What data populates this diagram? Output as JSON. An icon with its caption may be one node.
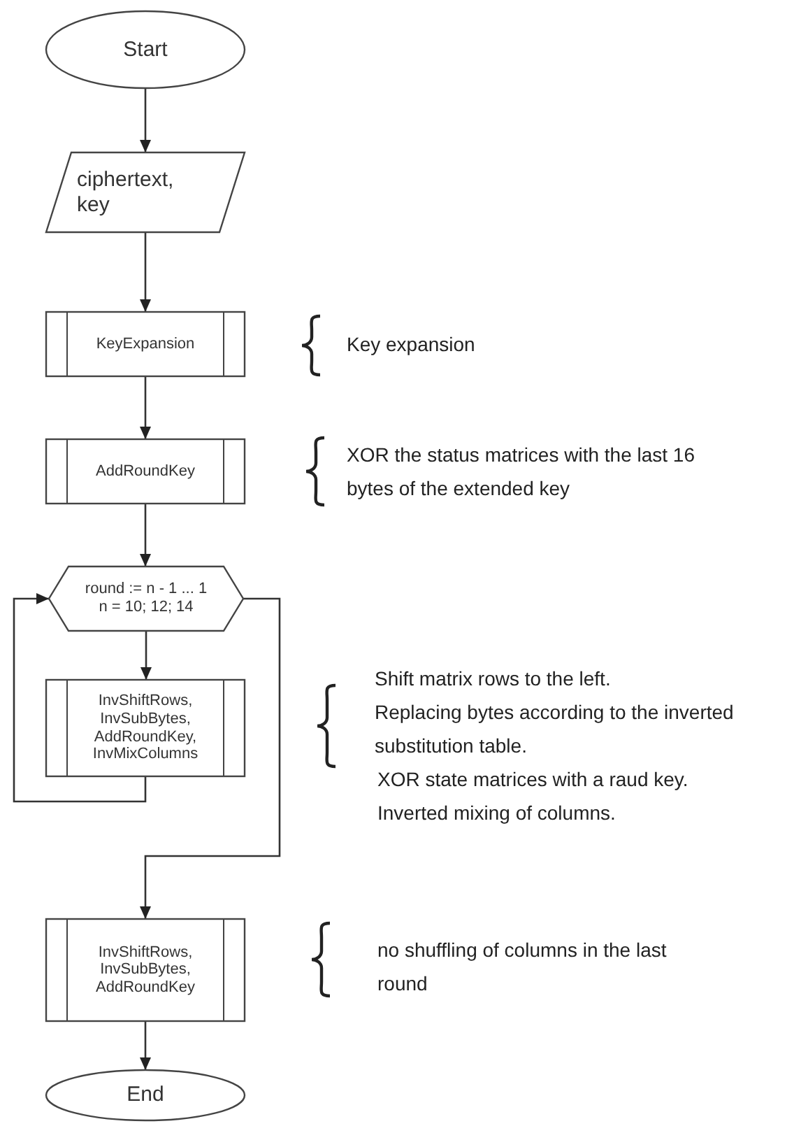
{
  "diagram": {
    "nodes": [
      {
        "text": [
          "Start"
        ]
      },
      {
        "text": [
          "ciphertext, key"
        ]
      },
      {
        "text": [
          "KeyExpansion"
        ]
      },
      {
        "text": [
          "AddRoundKey"
        ]
      },
      {
        "text": [
          "round := n - 1 ... 1",
          "n = 10; 12; 14"
        ]
      },
      {
        "text": [
          "InvShiftRows, InvSubBytes, AddRoundKey, InvMixColumns"
        ]
      },
      {
        "text": [
          "InvShiftRows, InvSubBytes, AddRoundKey"
        ]
      },
      {
        "text": [
          "End"
        ]
      }
    ],
    "edges": [
      {
        "from": 0,
        "to": 1,
        "arrow": "to"
      },
      {
        "from": 1,
        "to": 2,
        "arrow": "to"
      },
      {
        "from": 2,
        "to": 3,
        "arrow": "to"
      },
      {
        "from": 3,
        "to": 4,
        "arrow": "to"
      },
      {
        "from": 4,
        "to": 5,
        "arrow": "to"
      },
      {
        "from": 5,
        "to": 4,
        "arrow": "to"
      },
      {
        "from": 4,
        "to": 6,
        "arrow": "to"
      },
      {
        "from": 6,
        "to": 7,
        "arrow": "to"
      }
    ],
    "labels": [
      "Key expansion",
      "XOR the status matrices with the last 16 bytes of the extended key",
      "Shift matrix rows to the left.",
      "Replacing bytes according to the inverted substitution table.",
      "XOR state matrices with a raud key.",
      "Inverted mixing of columns.",
      "no shuffling of columns in the last round"
    ]
  }
}
